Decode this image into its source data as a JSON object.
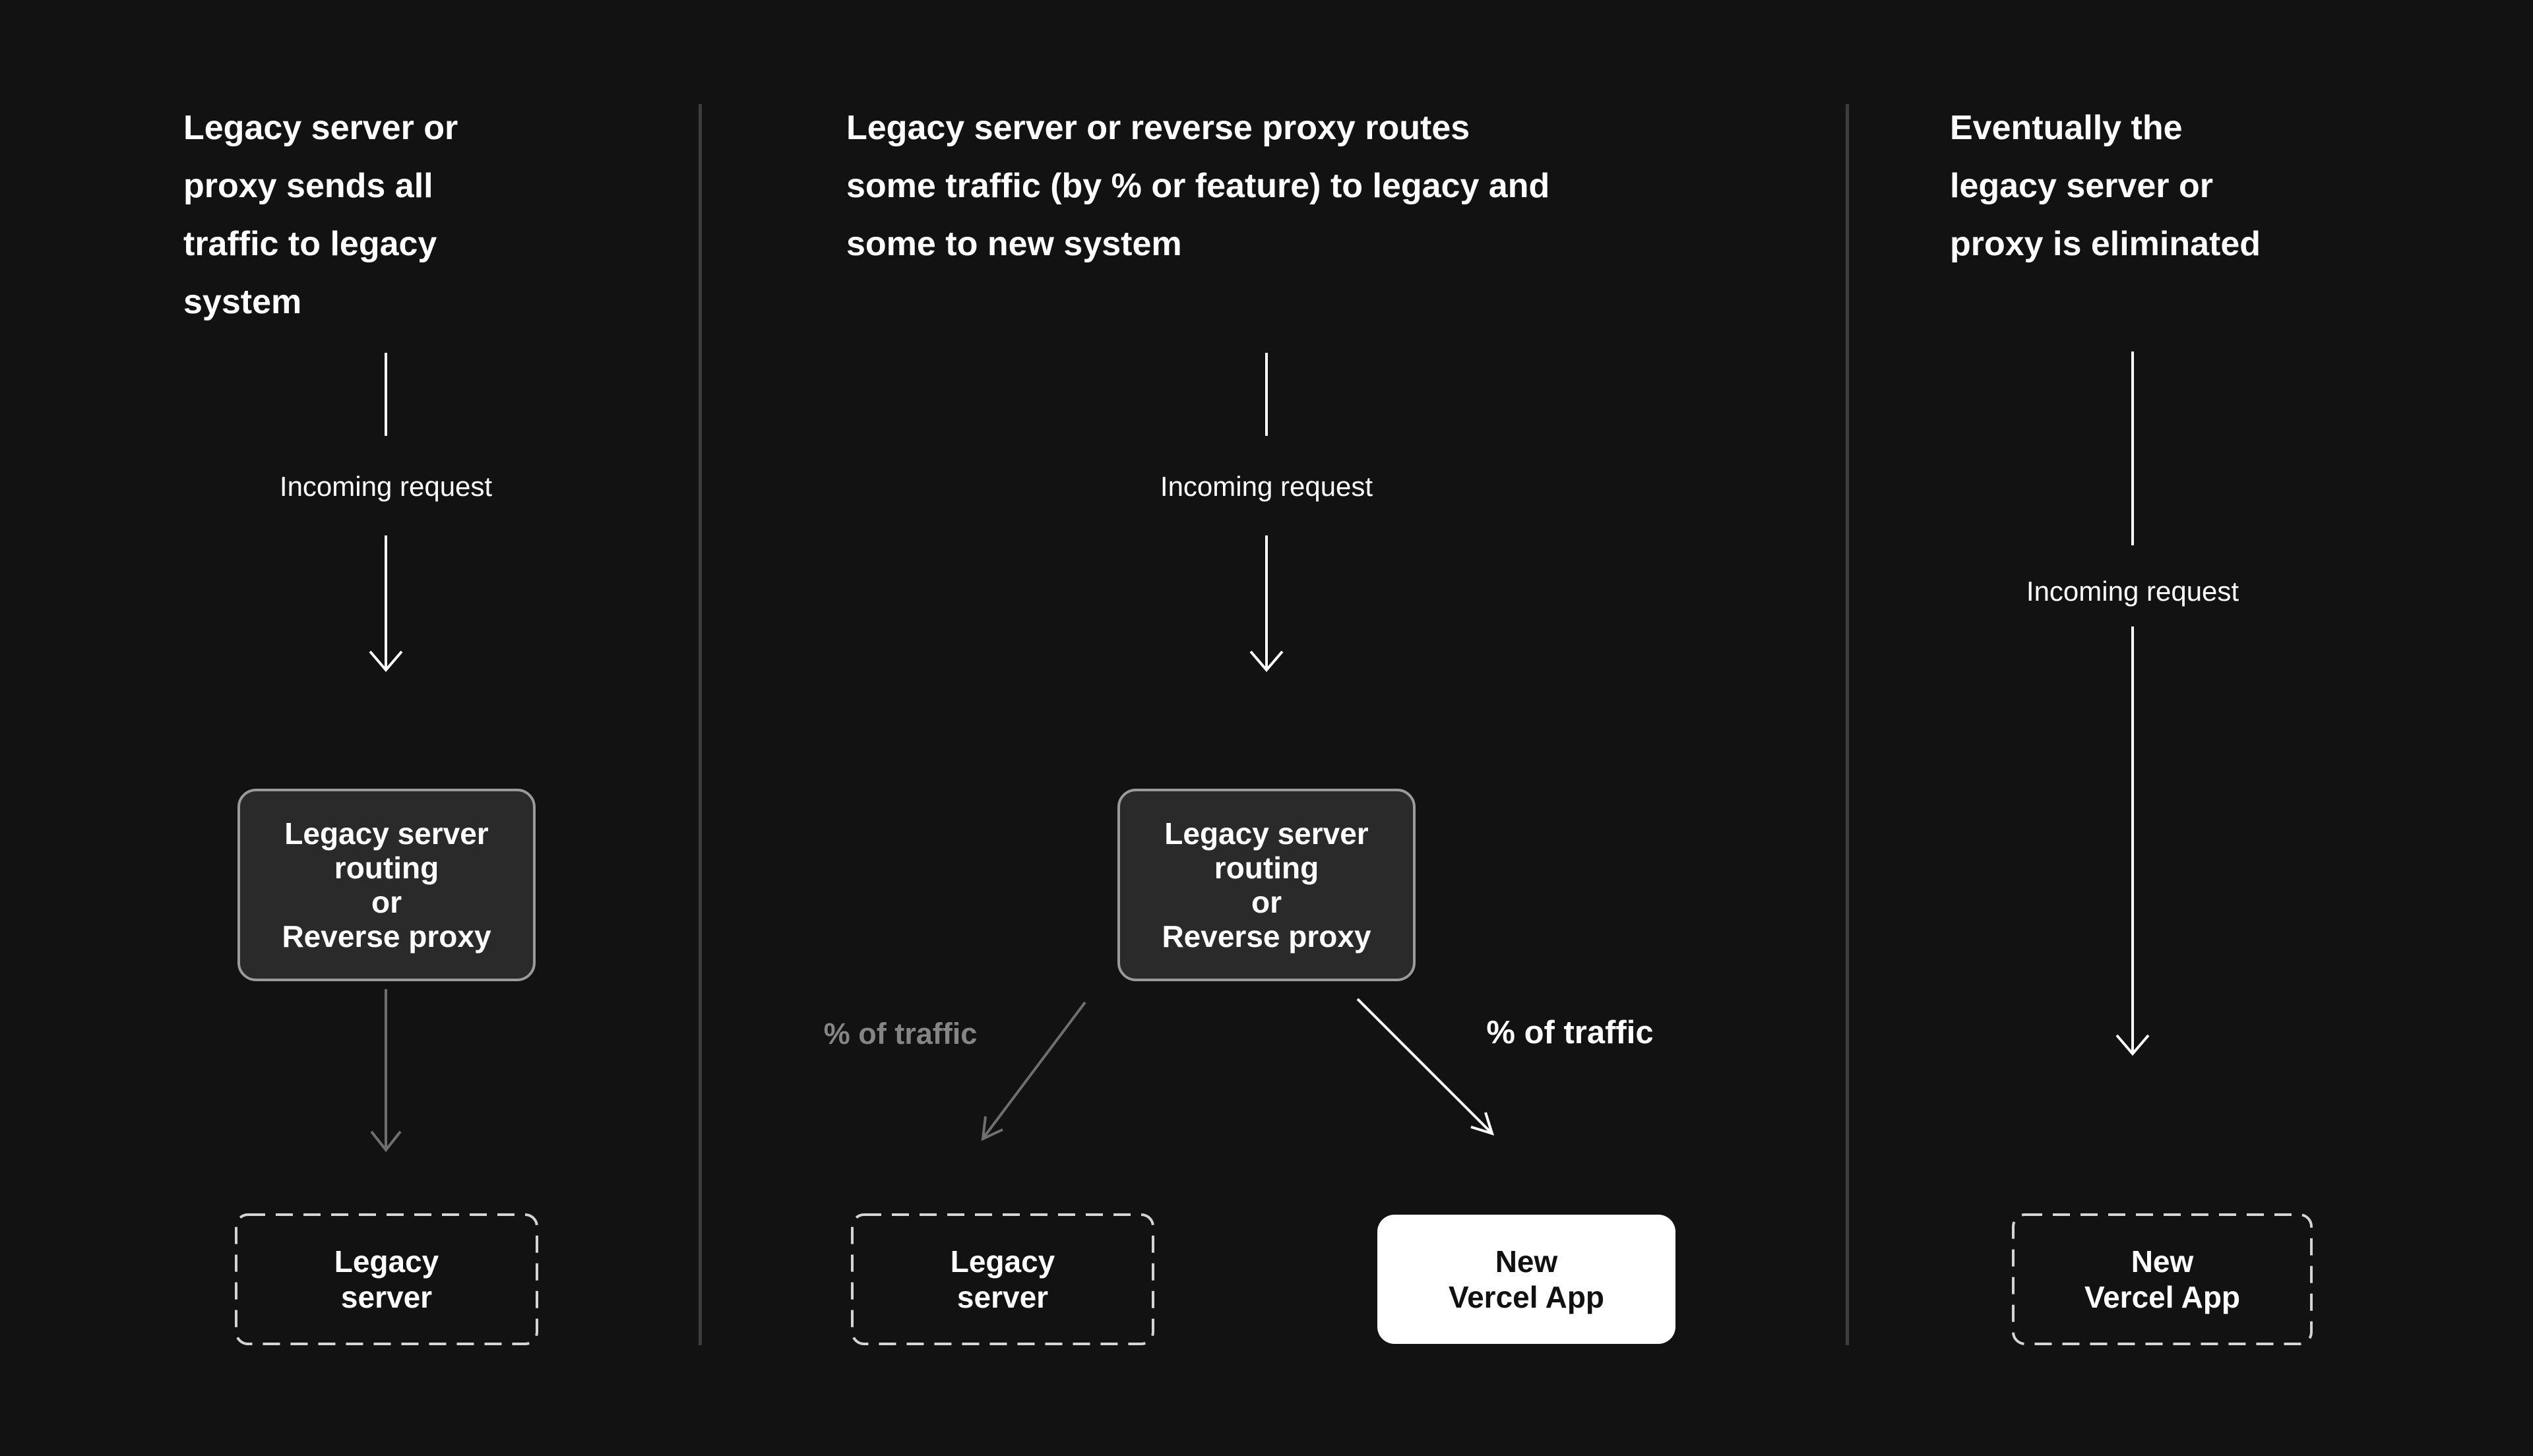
{
  "diagram": {
    "columns": [
      {
        "title_lines": [
          "Legacy server or",
          "proxy sends all",
          "traffic to legacy",
          "system"
        ],
        "incoming_label": "Incoming request",
        "router_box_lines": [
          "Legacy server",
          "routing",
          "or",
          "Reverse proxy"
        ],
        "legacy_box_lines": [
          "Legacy",
          "server"
        ]
      },
      {
        "title_lines": [
          "Legacy server or reverse proxy routes",
          "some traffic (by % or feature) to legacy and",
          "some to new system"
        ],
        "incoming_label": "Incoming request",
        "router_box_lines": [
          "Legacy server",
          "routing",
          "or",
          "Reverse proxy"
        ],
        "traffic_left_label": "% of traffic",
        "traffic_right_label": "% of traffic",
        "legacy_box_lines": [
          "Legacy",
          "server"
        ],
        "vercel_box_lines": [
          "New",
          "Vercel App"
        ]
      },
      {
        "title_lines": [
          "Eventually the",
          "legacy server or",
          "proxy is eliminated"
        ],
        "incoming_label": "Incoming request",
        "vercel_box_lines": [
          "New",
          "Vercel App"
        ]
      }
    ],
    "colors": {
      "background": "#121212",
      "text_primary": "#ffffff",
      "separator": "#3d3d3d",
      "arrow_white": "#ffffff",
      "arrow_gray": "#6f6f6f",
      "muted_label": "#858585",
      "router_box_fill": "#2a2a2b",
      "router_box_border": "#9a9a9a",
      "dashed_border": "#d4d4d4",
      "vercel_box_fill": "#ffffff",
      "vercel_box_text": "#111111"
    }
  }
}
